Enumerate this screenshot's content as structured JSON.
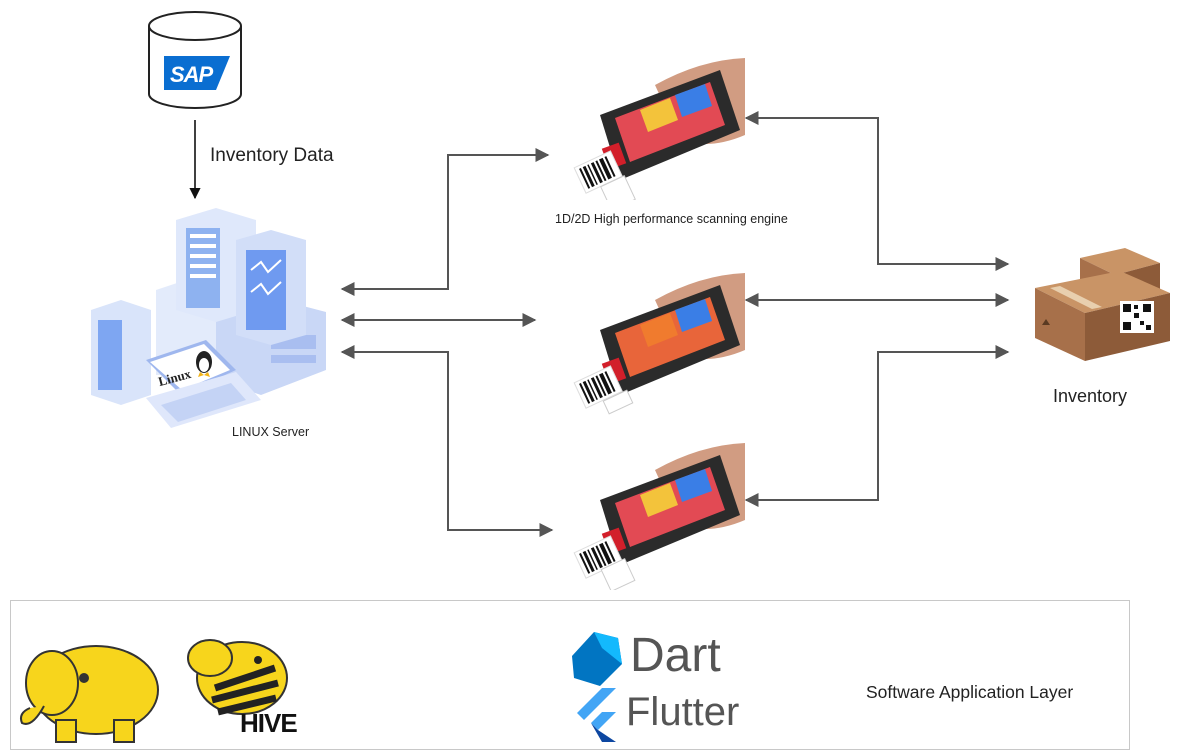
{
  "nodes": {
    "sap": {
      "logo_text": "SAP",
      "icon": "database-cylinder-icon"
    },
    "server": {
      "label": "LINUX Server",
      "badge_text": "Linux",
      "icon": "server-stack-icon"
    },
    "scanner_top": {
      "label": "1D/2D High performance scanning engine",
      "icon": "handheld-scanner-icon"
    },
    "scanner_middle": {
      "icon": "handheld-scanner-icon"
    },
    "scanner_bottom": {
      "icon": "handheld-scanner-icon"
    },
    "inventory": {
      "label": "Inventory",
      "icon": "cardboard-box-icon"
    }
  },
  "edges": {
    "sap_to_server": {
      "label": "Inventory Data"
    }
  },
  "software_layer": {
    "label": "Software Application Layer",
    "logos": {
      "hadoop": {
        "icon": "hadoop-elephant-icon"
      },
      "hive": {
        "icon": "hive-bee-icon",
        "text": "HIVE"
      },
      "dart": {
        "icon": "dart-logo-icon",
        "text": "Dart"
      },
      "flutter": {
        "icon": "flutter-logo-icon",
        "text": "Flutter"
      }
    }
  },
  "colors": {
    "connector": "#555555",
    "sap_blue": "#0a6ed1",
    "server_blue": "#7aa6ef",
    "box_brown": "#b07a4d",
    "dart_blue": "#0175c2",
    "flutter_blue": "#42a5f5",
    "hadoop_yellow": "#f7d51c"
  }
}
